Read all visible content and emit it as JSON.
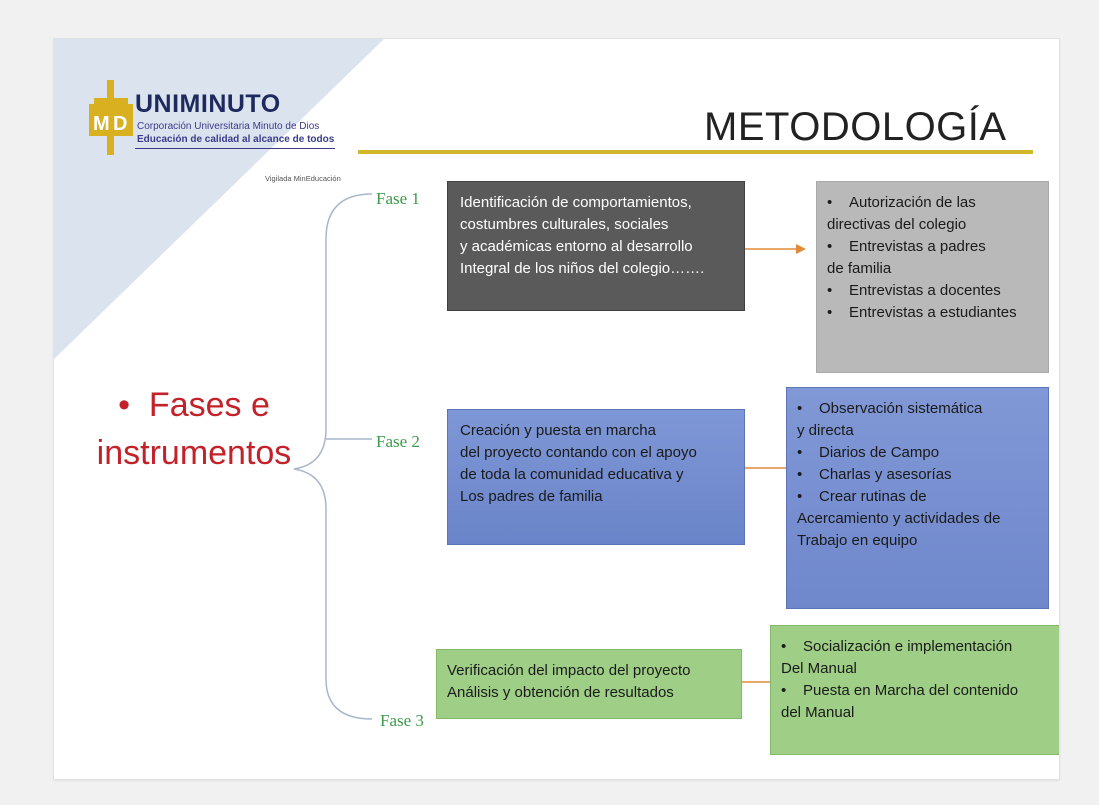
{
  "logo": {
    "name": "UNIMINUTO",
    "line1": "Corporación Universitaria Minuto de Dios",
    "line2": "Educación de calidad al alcance de todos",
    "line3": "Vigilada MinEducación",
    "mark": "MD"
  },
  "title": "METODOLOGÍA",
  "left_label": {
    "bullet": "•",
    "line1": "Fases e",
    "line2": "instrumentos"
  },
  "phases": [
    {
      "label": "Fase 1",
      "description": [
        "Identificación de comportamientos,",
        "costumbres culturales, sociales",
        "y académicas entorno al desarrollo",
        "Integral de los niños del colegio……."
      ],
      "items": [
        "Autorización de las",
        "directivas del colegio",
        "Entrevistas a padres",
        "de familia",
        "Entrevistas a docentes",
        "Entrevistas a estudiantes"
      ]
    },
    {
      "label": "Fase 2",
      "description": [
        "Creación y puesta en marcha",
        "del proyecto contando con el apoyo",
        "de toda la comunidad educativa  y",
        "Los padres de familia"
      ],
      "items": [
        "Observación sistemática",
        "y directa",
        "Diarios de Campo",
        "Charlas y asesorías",
        "Crear rutinas de",
        "Acercamiento  y actividades de",
        "Trabajo en equipo"
      ]
    },
    {
      "label": "Fase 3",
      "description": [
        "Verificación del  impacto del proyecto",
        "Análisis y obtención de resultados"
      ],
      "items": [
        "Socialización e implementación",
        "Del Manual",
        "Puesta en Marcha del contenido",
        "del Manual"
      ]
    }
  ],
  "colors": {
    "accent_title_rule": "#d4b62a",
    "left_label": "#c4222a",
    "fase_label": "#3c9a4a",
    "phase1_dark": "#5a5a5a",
    "phase1_gray": "#b9b9b9",
    "phase2_blue": "#7e97d6",
    "phase3_green": "#9fcf86"
  }
}
